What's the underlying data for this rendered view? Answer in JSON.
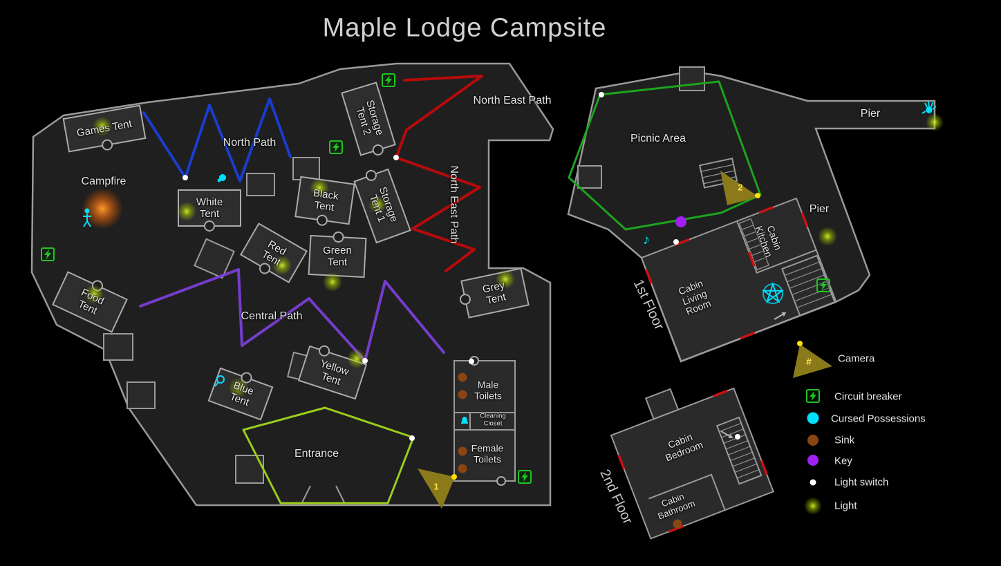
{
  "title": "Maple Lodge Campsite",
  "map": {
    "campfire": "Campfire",
    "picnic_area": "Picnic Area",
    "pier": "Pier",
    "entrance": "Entrance",
    "paths": {
      "north": "North Path",
      "north_east": "North East Path",
      "central": "Central Path"
    },
    "tents": {
      "games": "Games Tent",
      "white": "White Tent",
      "black": "Black Tent",
      "storage2": "Storage Tent 2",
      "storage1": "Storage Tent 1",
      "red": "Red Tent",
      "green": "Green Tent",
      "grey": "Grey Tent",
      "food": "Food Tent",
      "yellow": "Yellow Tent",
      "blue": "Blue Tent"
    },
    "cabin": {
      "first_floor": "1st Floor",
      "kitchen": "Cabin Kitchen",
      "living_room": "Cabin Living Room",
      "second_floor": "2nd Floor",
      "bedroom": "Cabin Bedroom",
      "bathroom": "Cabin Bathroom"
    },
    "toilets": {
      "male": "Male Toilets",
      "cleaning_closet": "Cleaning Closet",
      "female": "Female Toilets"
    },
    "cameras": {
      "one": "1",
      "two": "2",
      "legend_symbol": "#"
    }
  },
  "legend": {
    "camera": "Camera",
    "circuit_breaker": "Circuit breaker",
    "cursed_possessions": "Cursed Possessions",
    "sink": "Sink",
    "key": "Key",
    "light_switch": "Light switch",
    "light": "Light"
  },
  "icons": {
    "music_note": "♪"
  },
  "colors": {
    "background": "#000000",
    "ground": "#1f1f1f",
    "ground_stroke": "#9a9a9a",
    "tent_fill": "#2e2e2e",
    "building_fill": "#2a2a2a",
    "label_text": "#e6e6e6",
    "title_text": "#d2d2d2",
    "north_path": "#1b3fd6",
    "north_east_path": "#c00a0a",
    "central_path": "#7a3fd6",
    "entrance_path": "#9acc1c",
    "picnic_path": "#1da31d",
    "camera_fill": "#8a7a1a",
    "camera_text": "#ffe14d",
    "breaker_green": "#21c421",
    "cursed_cyan": "#00e0ff",
    "sink_brown": "#8b4513",
    "key_purple": "#a020f0",
    "light_switch_white": "#ffffff",
    "light_glow": "#b8d400",
    "campfire_glow": "#d46a10",
    "door_red": "#cc1111"
  }
}
